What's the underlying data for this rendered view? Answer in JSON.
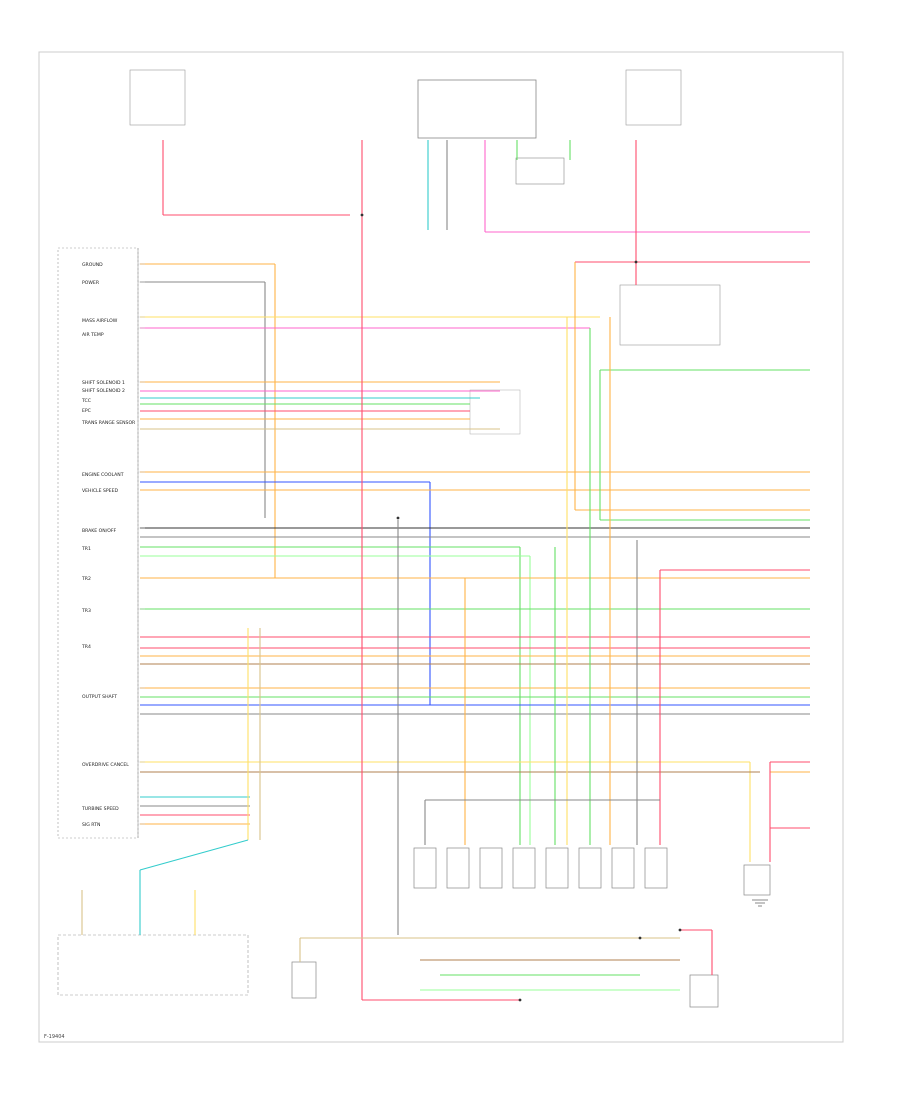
{
  "figure_code": "F-19404",
  "pcm_pins_left": [
    "GROUND",
    "POWER",
    "MASS AIRFLOW",
    "AIR TEMP",
    "SHIFT SOLENOID 1",
    "SHIFT SOLENOID 2",
    "TCC",
    "EPC",
    "TRANS RANGE SENSOR",
    "ENGINE COOLANT",
    "VEHICLE SPEED",
    "BRAKE ON/OFF",
    "TR1",
    "TR2",
    "TR3",
    "TR4",
    "OUTPUT SHAFT",
    "OVERDRIVE CANCEL",
    "TURBINE SPEED",
    "SIG RTN"
  ],
  "wire_colors": {
    "red": "#ff4d6d",
    "pink": "#ff66cc",
    "orange": "#ffb347",
    "yellow": "#ffe066",
    "green": "#66e066",
    "lime": "#99ff99",
    "blue": "#3355ff",
    "gray": "#888888",
    "black": "#333333",
    "cyan": "#33cccc",
    "tan": "#d8c38a",
    "brown": "#b08050"
  }
}
